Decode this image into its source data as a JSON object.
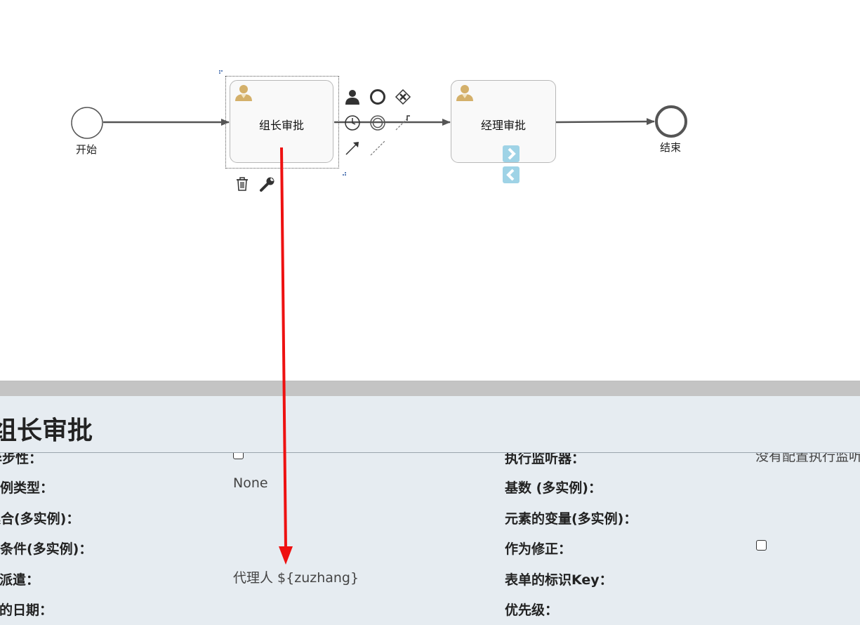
{
  "diagram": {
    "start_event": {
      "label": "开始"
    },
    "end_event": {
      "label": "结束"
    },
    "task_group_leader": {
      "label": "组长审批"
    },
    "task_manager": {
      "label": "经理审批"
    }
  },
  "panel": {
    "title": "组长审批",
    "properties_left": [
      {
        "label": "异步性：",
        "value": "",
        "type": "checkbox"
      },
      {
        "label": "多实例类型：",
        "value": "None",
        "type": "text"
      },
      {
        "label": "集合(多实例)：",
        "value": "",
        "type": "text"
      },
      {
        "label": "完成条件(多实例)：",
        "value": "",
        "type": "text"
      },
      {
        "label": "任务派遣：",
        "value": "代理人 ${zuzhang}",
        "type": "text"
      },
      {
        "label": "到期的日期：",
        "value": "",
        "type": "text"
      }
    ],
    "properties_right": [
      {
        "label": "执行监听器：",
        "value": "没有配置执行监听器",
        "type": "text"
      },
      {
        "label": "基数 (多实例)：",
        "value": "",
        "type": "text"
      },
      {
        "label": "元素的变量(多实例)：",
        "value": "",
        "type": "text"
      },
      {
        "label": "作为修正：",
        "value": "",
        "type": "checkbox"
      },
      {
        "label": "表单的标识Key：",
        "value": "",
        "type": "text"
      },
      {
        "label": "优先级：",
        "value": "",
        "type": "text"
      }
    ]
  },
  "colors": {
    "annotation_arrow": "#ee1111",
    "user_icon": "#d4b06a",
    "nav_button": "#9fd3e6",
    "panel_background": "#e6ecf1",
    "splitter": "#c4c4c4"
  },
  "icons": {
    "task_type": "user-icon",
    "context_pad": [
      "user-task-icon",
      "end-event-icon",
      "exclusive-gateway-icon",
      "intermediate-event-icon",
      "boundary-event-icon",
      "text-annotation-icon",
      "sequence-flow-icon",
      "association-icon"
    ],
    "toolbar": [
      "trash-icon",
      "wrench-icon"
    ],
    "nav": [
      "chevron-right-icon",
      "chevron-left-icon"
    ]
  }
}
